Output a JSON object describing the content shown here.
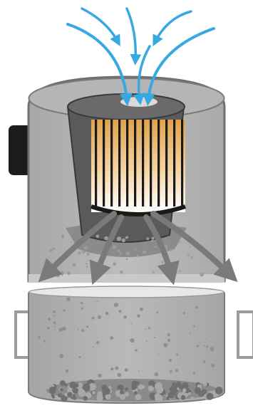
{
  "colors": {
    "canister_body": "#b3b3b3",
    "canister_shade": "#8e8e8e",
    "canister_outline": "#6f6f6f",
    "filter_housing": "#5a5a5a",
    "filter_housing_dark": "#3f3f3f",
    "pleat_light": "#fff6e6",
    "pleat_warm": "#e0a24a",
    "pleat_line": "#1a1a1a",
    "inflow_arrow": "#36a9e1",
    "outflow_arrow": "#7a7a7a",
    "handle": "#1c1c1c",
    "dust": "#9a9a9a",
    "background": "#ffffff"
  },
  "icons": {
    "inflow": "curved-arrow-down",
    "outflow": "curved-arrow-outward",
    "particle": "dust-particle"
  }
}
